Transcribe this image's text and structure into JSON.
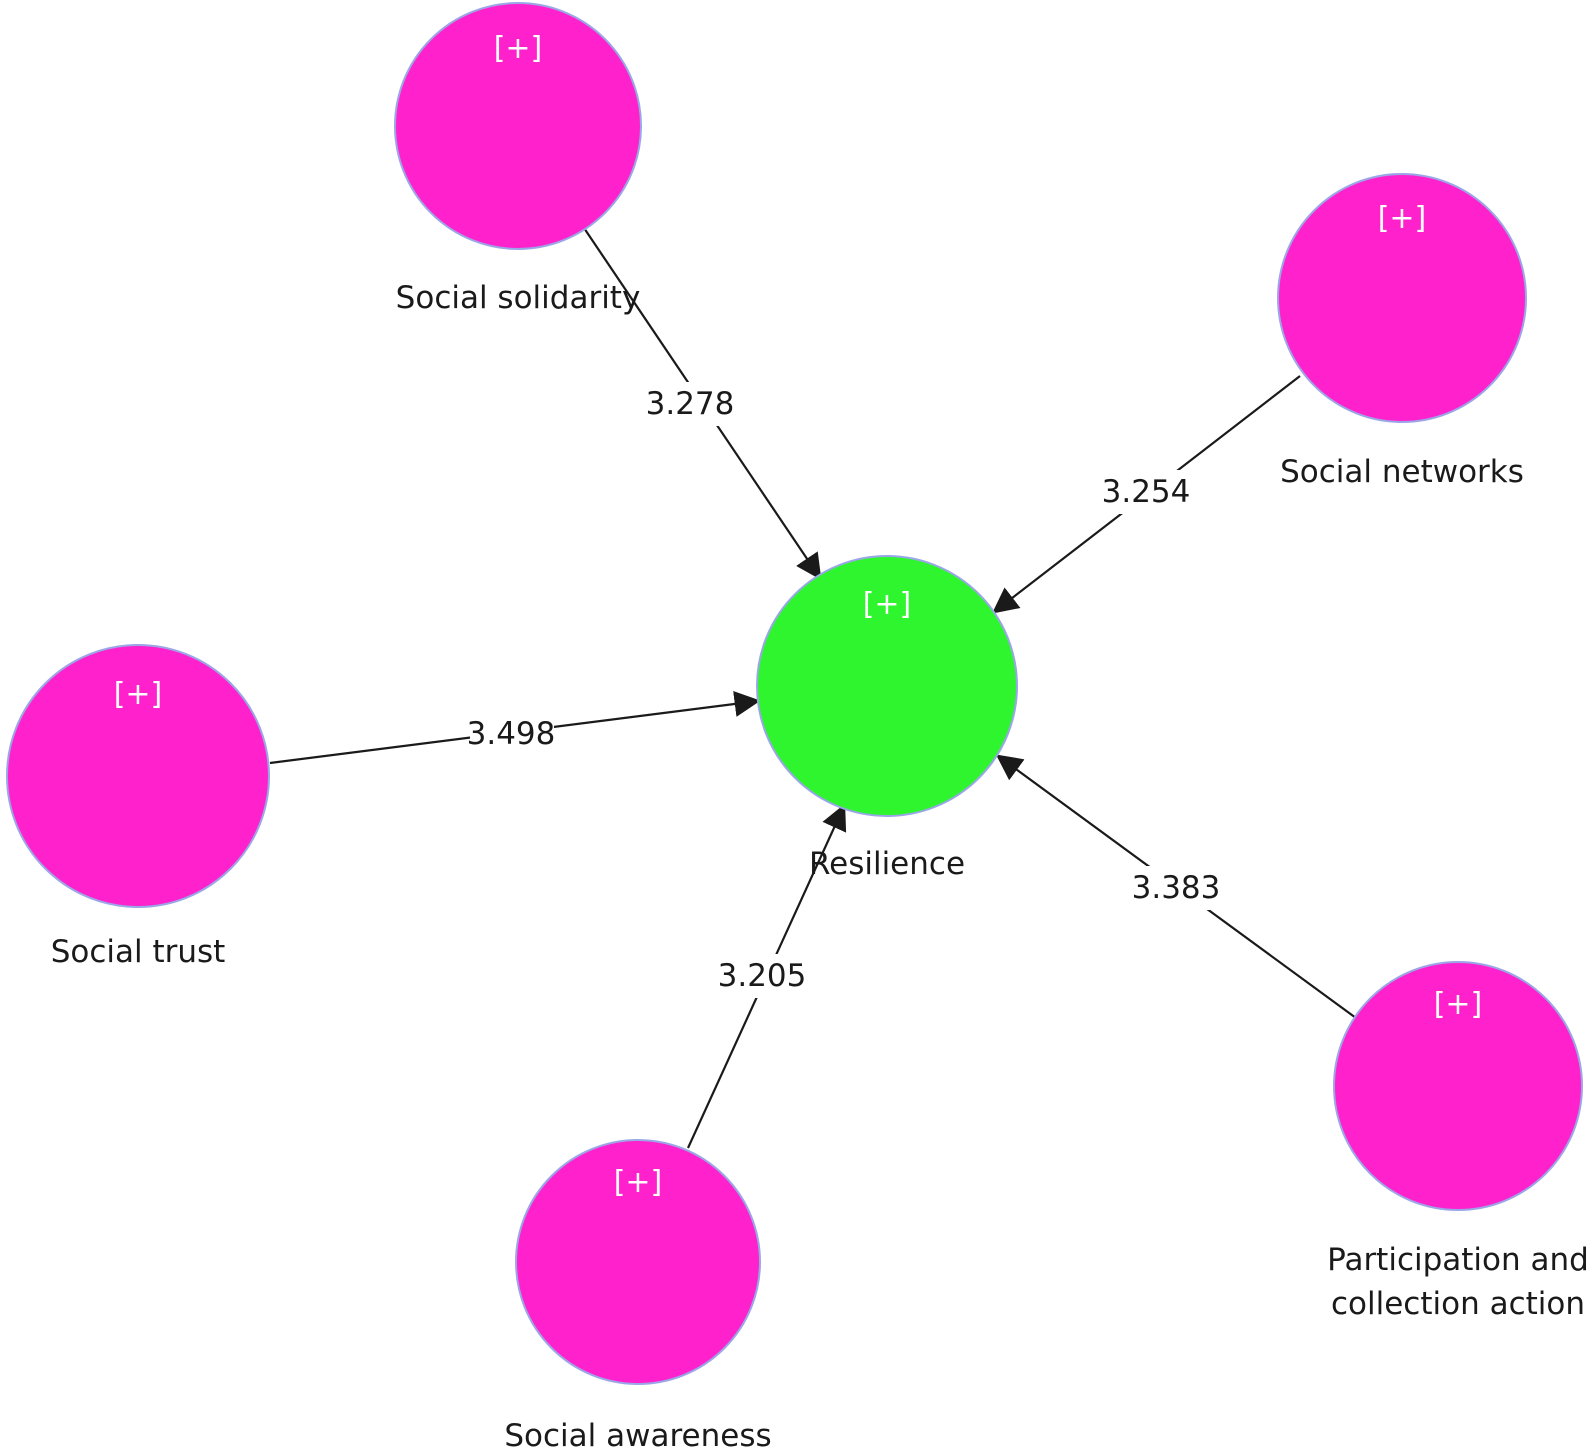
{
  "colors": {
    "exogenous_fill": "#FF22CC",
    "endogenous_fill": "#2EF52E",
    "node_outline": "#9BA6E8",
    "edge": "#1a1a1a",
    "expand_text": "#ffffff"
  },
  "nodes": {
    "social_solidarity": {
      "label": "Social solidarity",
      "expand": "[+]"
    },
    "social_networks": {
      "label": "Social networks",
      "expand": "[+]"
    },
    "resilience": {
      "label": "Resilience",
      "expand": "[+]"
    },
    "social_trust": {
      "label": "Social trust",
      "expand": "[+]"
    },
    "participation": {
      "label_line1": "Participation and",
      "label_line2": "collection action",
      "expand": "[+]"
    },
    "social_awareness": {
      "label": "Social awareness",
      "expand": "[+]"
    }
  },
  "paths": {
    "solidarity_to_resilience": "3.278",
    "networks_to_resilience": "3.254",
    "trust_to_resilience": "3.498",
    "participation_to_resilience": "3.383",
    "awareness_to_resilience": "3.205"
  }
}
